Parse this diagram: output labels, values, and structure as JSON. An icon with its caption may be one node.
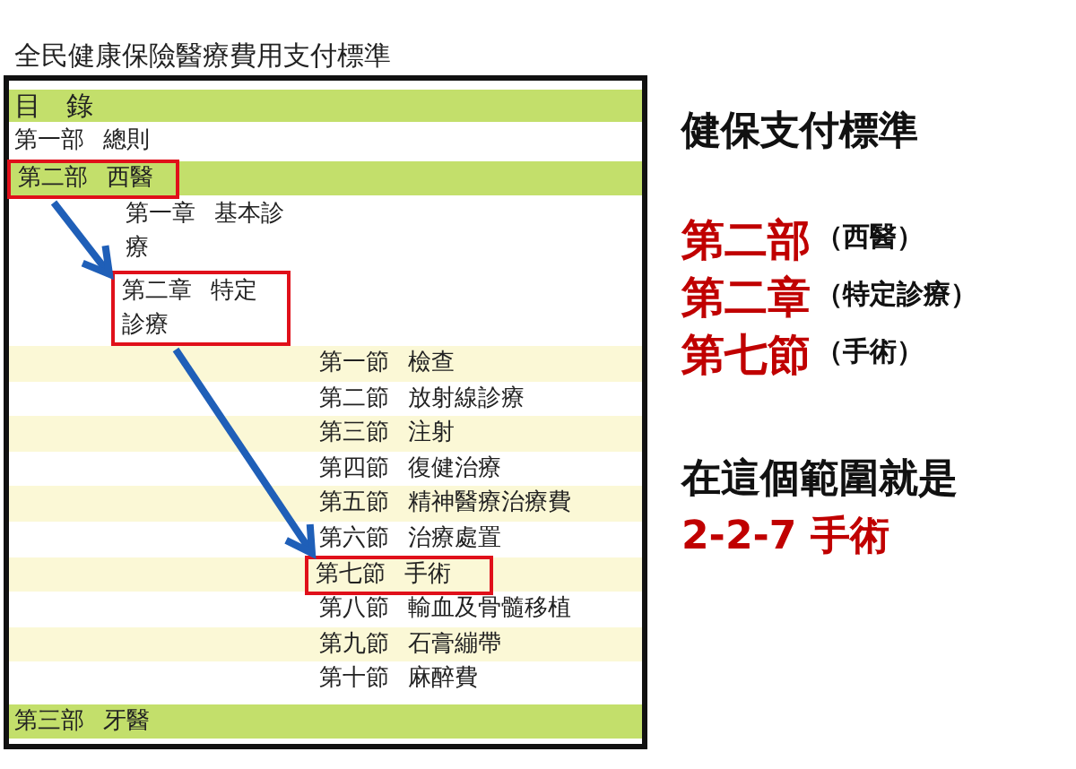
{
  "diagram": {
    "title": "全民健康保險醫療費用支付標準",
    "nodes": [
      {
        "text": [
          "第二部 西醫"
        ]
      },
      {
        "text": [
          "第二章 特定診療"
        ]
      },
      {
        "text": [
          "第七節 手術"
        ]
      }
    ],
    "edges": [
      {
        "from": 0,
        "to": 1,
        "arrow": "to"
      },
      {
        "from": 1,
        "to": 2,
        "arrow": "to"
      }
    ],
    "labels": [
      "目 錄",
      "第一部 總則",
      "第一章 基本診療",
      "第一節 檢查",
      "第二節 放射線診療",
      "第三節 注射",
      "第四節 復健治療",
      "第五節 精神醫療治療費",
      "第六節 治療處置",
      "第八節 輸血及骨髓移植",
      "第九節 石膏繃帶",
      "第十節 麻醉費",
      "第三部 牙醫",
      "健保支付標準",
      "第二部",
      "（西醫）",
      "第二章",
      "（特定診療）",
      "第七節",
      "（手術）",
      "在這個範圍就是",
      "2-2-7 手術"
    ]
  }
}
